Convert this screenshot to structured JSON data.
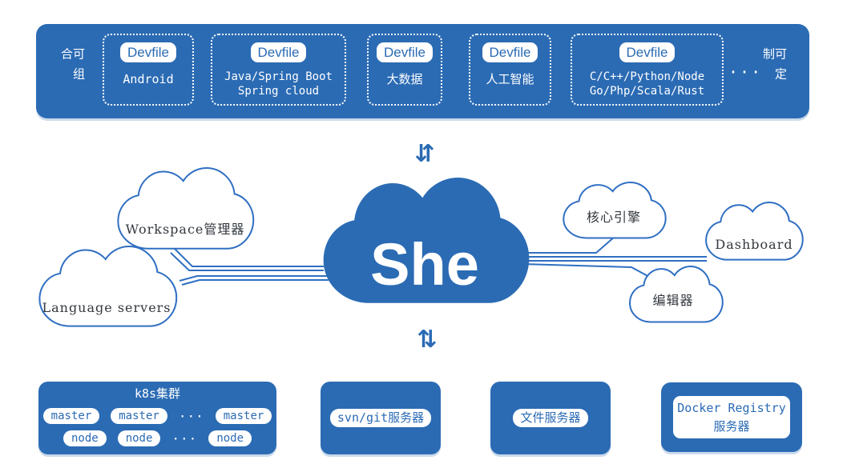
{
  "colors": {
    "primary_blue": "#2B6BB4",
    "outline_blue": "#2F6FC2",
    "background": "#FFFFFF"
  },
  "top_bar": {
    "left_vertical_label": "可组合",
    "right_vertical_label": "可定制",
    "ellipsis": "···",
    "cards": [
      {
        "badge": "Devfile",
        "lines": [
          "Android"
        ]
      },
      {
        "badge": "Devfile",
        "lines": [
          "Java/Spring Boot",
          "Spring cloud"
        ]
      },
      {
        "badge": "Devfile",
        "lines": [
          "大数据"
        ]
      },
      {
        "badge": "Devfile",
        "lines": [
          "人工智能"
        ]
      },
      {
        "badge": "Devfile",
        "lines": [
          "C/C++/Python/Node",
          "Go/Php/Scala/Rust"
        ]
      }
    ]
  },
  "arrows": {
    "top_exchange": "⇵",
    "bottom_exchange": "⇅"
  },
  "diagram": {
    "center_cloud_label": "She",
    "satellite_clouds": [
      {
        "label": "Workspace管理器"
      },
      {
        "label": "Language servers"
      },
      {
        "label": "核心引擎"
      },
      {
        "label": "Dashboard"
      },
      {
        "label": "编辑器"
      }
    ]
  },
  "bottom_row": {
    "k8s_cluster": {
      "title": "k8s集群",
      "row1": [
        "master",
        "master",
        "···",
        "master"
      ],
      "row2": [
        "node",
        "node",
        "···",
        "node"
      ]
    },
    "svn_git_server": {
      "label": "svn/git服务器"
    },
    "file_server": {
      "label": "文件服务器"
    },
    "docker_registry": {
      "lines": [
        "Docker Registry",
        "服务器"
      ]
    }
  }
}
